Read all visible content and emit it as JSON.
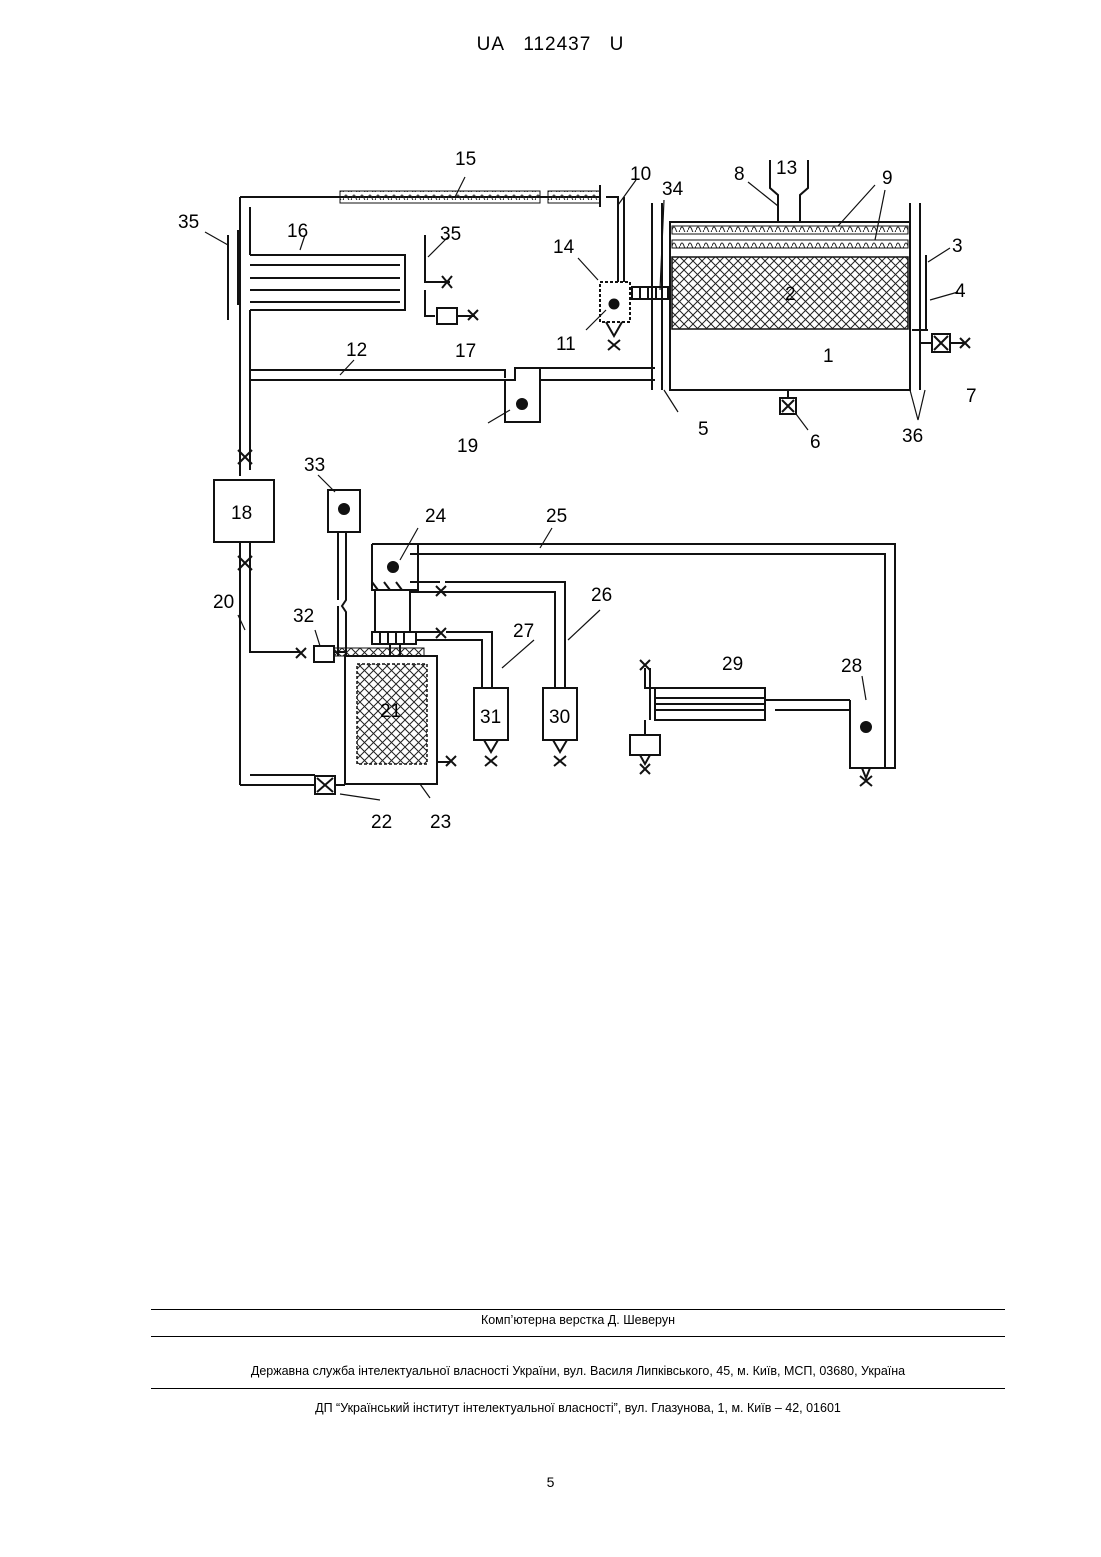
{
  "header": {
    "office": "UA",
    "number": "112437",
    "kind": "U"
  },
  "figure": {
    "labels": [
      "1",
      "2",
      "3",
      "4",
      "5",
      "6",
      "7",
      "8",
      "9",
      "10",
      "11",
      "12",
      "13",
      "14",
      "15",
      "16",
      "17",
      "18",
      "19",
      "20",
      "21",
      "22",
      "23",
      "24",
      "25",
      "26",
      "27",
      "28",
      "29",
      "30",
      "31",
      "32",
      "33",
      "34",
      "35",
      "35",
      "36"
    ]
  },
  "footer": {
    "layout_credit": "Комп’ютерна верстка Д. Шеверун",
    "office_address": "Державна служба інтелектуальної власності України, вул. Василя Липківського, 45, м. Київ, МСП, 03680, Україна",
    "institute_address": "ДП “Український інститут інтелектуальної власності”, вул. Глазунова, 1, м. Київ – 42, 01601"
  },
  "page_number": "5"
}
